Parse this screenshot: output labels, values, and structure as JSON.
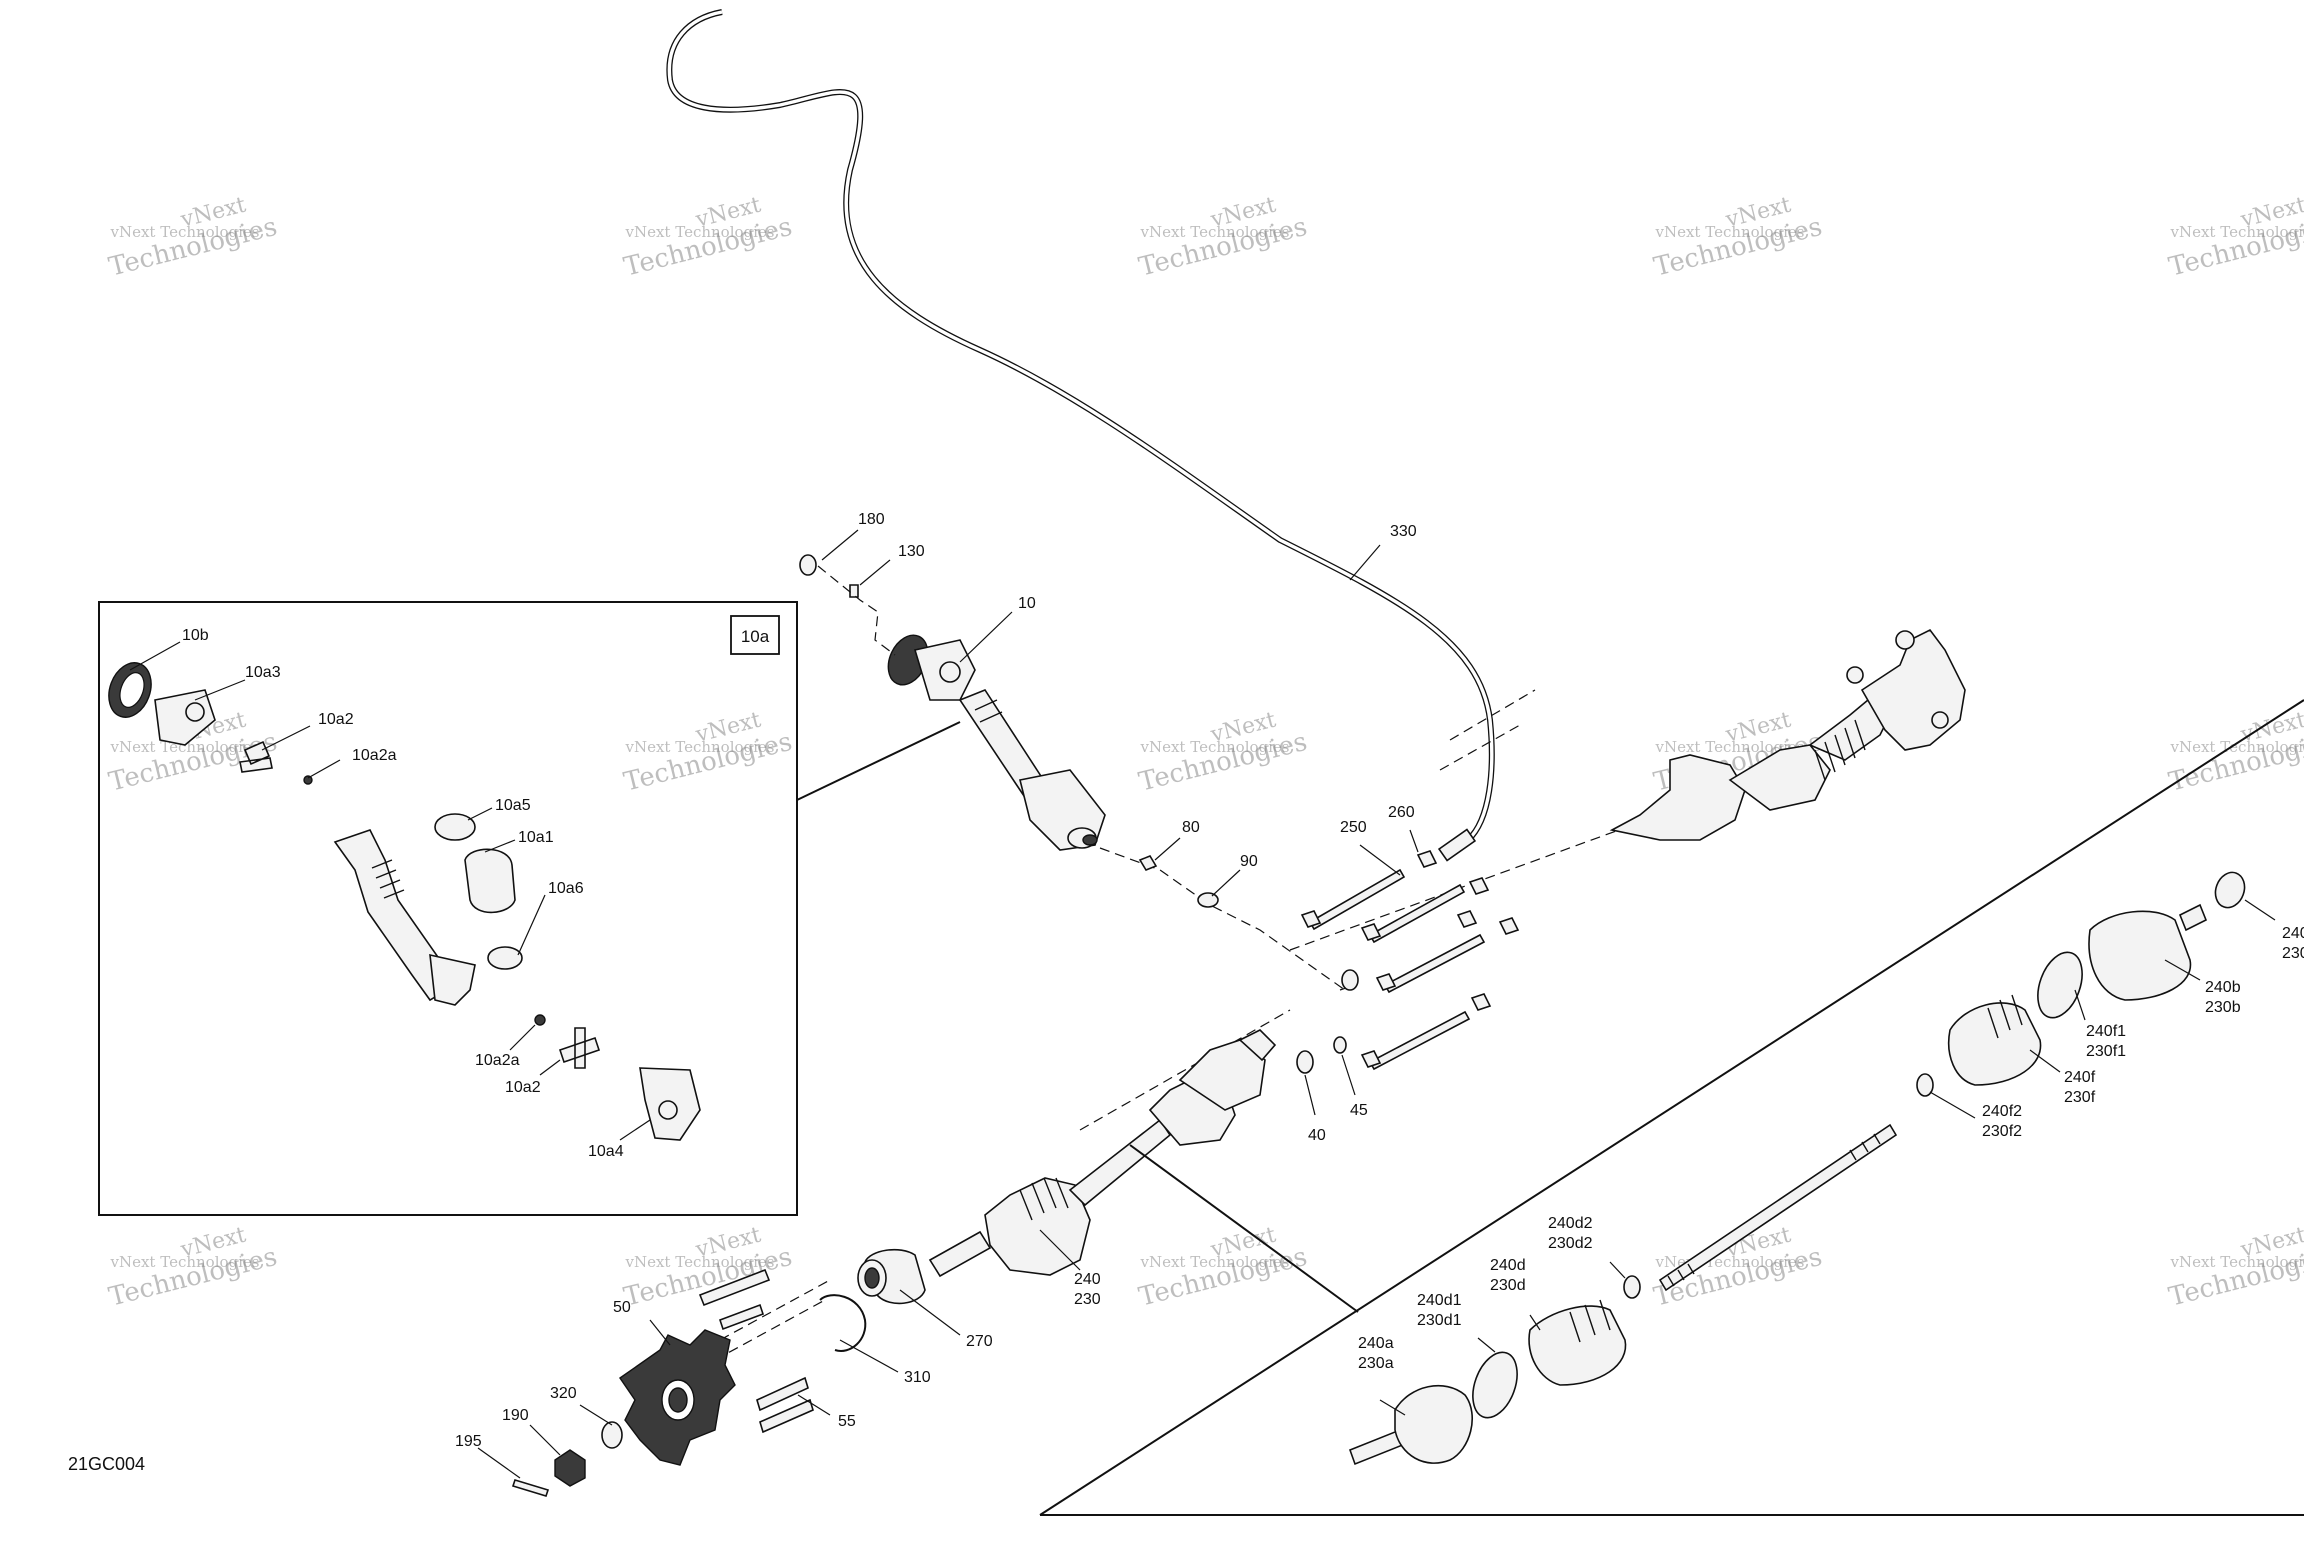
{
  "drawing_code": "21GC004",
  "inset_label": "10a",
  "watermark": {
    "line1": "vNext Technologies",
    "line2": "vNext",
    "line3": "Technologies"
  },
  "parts": [
    {
      "id": "p180",
      "text": "180"
    },
    {
      "id": "p130",
      "text": "130"
    },
    {
      "id": "p10",
      "text": "10"
    },
    {
      "id": "p330",
      "text": "330"
    },
    {
      "id": "p80",
      "text": "80"
    },
    {
      "id": "p90",
      "text": "90"
    },
    {
      "id": "p250",
      "text": "250"
    },
    {
      "id": "p260",
      "text": "260"
    },
    {
      "id": "p40",
      "text": "40"
    },
    {
      "id": "p45",
      "text": "45"
    },
    {
      "id": "p240",
      "text": "240"
    },
    {
      "id": "p230",
      "text": "230"
    },
    {
      "id": "p270",
      "text": "270"
    },
    {
      "id": "p310",
      "text": "310"
    },
    {
      "id": "p50",
      "text": "50"
    },
    {
      "id": "p55",
      "text": "55"
    },
    {
      "id": "p320",
      "text": "320"
    },
    {
      "id": "p190",
      "text": "190"
    },
    {
      "id": "p195",
      "text": "195"
    },
    {
      "id": "p10b",
      "text": "10b"
    },
    {
      "id": "p10a3",
      "text": "10a3"
    },
    {
      "id": "p10a2top",
      "text": "10a2"
    },
    {
      "id": "p10a2atop",
      "text": "10a2a"
    },
    {
      "id": "p10a5",
      "text": "10a5"
    },
    {
      "id": "p10a1",
      "text": "10a1"
    },
    {
      "id": "p10a6",
      "text": "10a6"
    },
    {
      "id": "p10a2abot",
      "text": "10a2a"
    },
    {
      "id": "p10a2bot",
      "text": "10a2"
    },
    {
      "id": "p10a4",
      "text": "10a4"
    },
    {
      "id": "p240e",
      "text": "240"
    },
    {
      "id": "p230e",
      "text": "230"
    },
    {
      "id": "p240b",
      "text": "240b"
    },
    {
      "id": "p230b",
      "text": "230b"
    },
    {
      "id": "p240f1",
      "text": "240f1"
    },
    {
      "id": "p230f1",
      "text": "230f1"
    },
    {
      "id": "p240f",
      "text": "240f"
    },
    {
      "id": "p230f",
      "text": "230f"
    },
    {
      "id": "p240f2",
      "text": "240f2"
    },
    {
      "id": "p230f2",
      "text": "230f2"
    },
    {
      "id": "p240d2",
      "text": "240d2"
    },
    {
      "id": "p230d2",
      "text": "230d2"
    },
    {
      "id": "p240d",
      "text": "240d"
    },
    {
      "id": "p230d",
      "text": "230d"
    },
    {
      "id": "p240d1",
      "text": "240d1"
    },
    {
      "id": "p230d1",
      "text": "230d1"
    },
    {
      "id": "p240a",
      "text": "240a"
    },
    {
      "id": "p230a",
      "text": "230a"
    }
  ]
}
